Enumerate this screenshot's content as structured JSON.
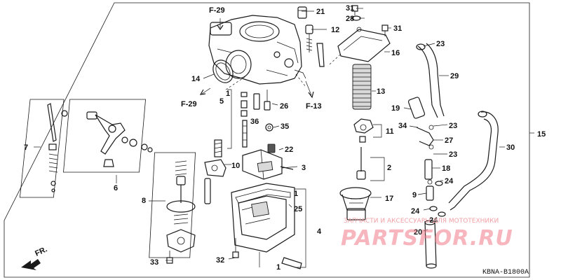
{
  "callouts": {
    "p1a": "1",
    "p1b": "1",
    "p1c": "1",
    "p2": "2",
    "p3": "3",
    "p4": "4",
    "p5": "5",
    "p6": "6",
    "p7": "7",
    "p8": "8",
    "p9": "9",
    "p10": "10",
    "p11": "11",
    "p12": "12",
    "p13": "13",
    "p14": "14",
    "p15": "15",
    "p16": "16",
    "p17": "17",
    "p18": "18",
    "p19": "19",
    "p20": "20",
    "p21": "21",
    "p22": "22",
    "p23a": "23",
    "p23b": "23",
    "p23c": "23",
    "p24a": "24",
    "p24b": "24",
    "p24c": "24",
    "p25": "25",
    "p26": "26",
    "p27": "27",
    "p28": "28",
    "p29": "29",
    "p30": "30",
    "p31a": "31",
    "p31b": "31",
    "p32": "32",
    "p33": "33",
    "p34": "34",
    "p35": "35",
    "p36": "36"
  },
  "refs": {
    "f29_top": "F-29",
    "f29_left": "F-29",
    "f13": "F-13",
    "front": "FR."
  },
  "diagram_code": "KBNA-B1800A",
  "watermark": {
    "tagline": "ЗАПЧАСТИ И АКСЕССУАРЫ ДЛЯ МОТОТЕХНИКИ",
    "brand": "PARTSFOR.RU"
  },
  "colors": {
    "ink": "#1a1a1a",
    "watermark": "#f07a86",
    "background": "#ffffff"
  }
}
